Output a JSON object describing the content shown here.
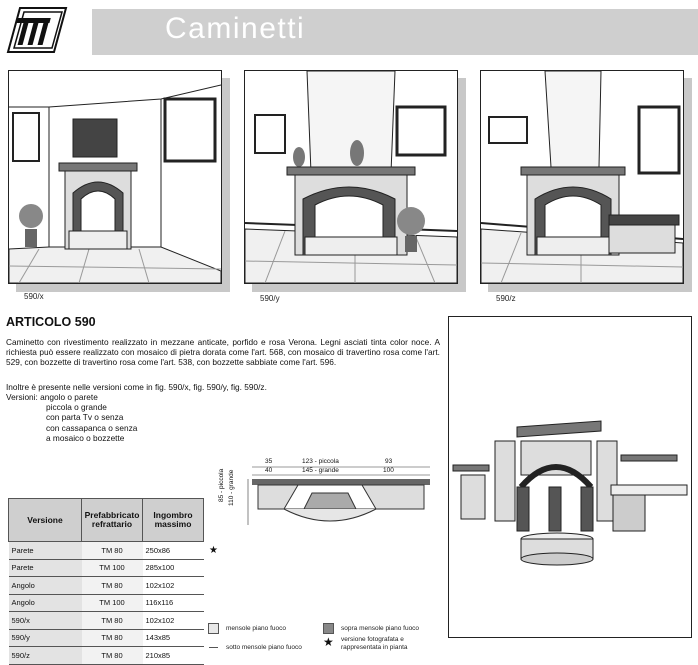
{
  "header": {
    "title": "Caminetti"
  },
  "panels": [
    {
      "caption": "590/x"
    },
    {
      "caption": "590/y"
    },
    {
      "caption": "590/z"
    }
  ],
  "article": {
    "title": "ARTICOLO 590",
    "body": "Caminetto con rivestimento realizzato in mezzane anticate, porfido e rosa Verona. Legni asciati tinta color noce. A richiesta può essere realizzato con mosaico di pietra dorata come l'art. 568, con mosaico di travertino rosa come l'art. 529, con bozzette di travertino rosa come l'art. 538, con bozzette sabbiate come l'art. 596.",
    "line2": "Inoltre è presente nelle versioni come in fig. 590/x, fig. 590/y, fig. 590/z.",
    "versions_label": "Versioni:",
    "versions": [
      "angolo o parete",
      "piccola o grande",
      "con parta Tv o senza",
      "con cassapanca o senza",
      "a mosaico o bozzette"
    ]
  },
  "dimensions": {
    "d1": "35",
    "d2": "123 - piccola",
    "d3": "93",
    "d4": "40",
    "d5": "145 - grande",
    "d6": "100",
    "depth1": "85 - piccola",
    "depth2": "110 - grande"
  },
  "table": {
    "headers": [
      "Versione",
      "Prefabbricato refrattario",
      "Ingombro massimo"
    ],
    "rows": [
      {
        "versione": "Parete",
        "pref": "TM 80",
        "ing": "250x86",
        "mark": "★"
      },
      {
        "versione": "Parete",
        "pref": "TM 100",
        "ing": "285x100",
        "mark": ""
      },
      {
        "versione": "Angolo",
        "pref": "TM 80",
        "ing": "102x102",
        "mark": ""
      },
      {
        "versione": "Angolo",
        "pref": "TM 100",
        "ing": "116x116",
        "mark": ""
      },
      {
        "versione": "590/x",
        "pref": "TM 80",
        "ing": "102x102",
        "mark": ""
      },
      {
        "versione": "590/y",
        "pref": "TM 80",
        "ing": "143x85",
        "mark": ""
      },
      {
        "versione": "590/z",
        "pref": "TM 80",
        "ing": "210x85",
        "mark": ""
      }
    ]
  },
  "legend": {
    "a": "mensole piano fuoco",
    "b": "sopra mensole piano fuoco",
    "c": "sotto mensole piano fuoco",
    "d": "versione fotografata e rappresentata in pianta",
    "star": "★"
  },
  "colors": {
    "band": "#cfcfcf",
    "shadow": "#c8c8c8"
  }
}
